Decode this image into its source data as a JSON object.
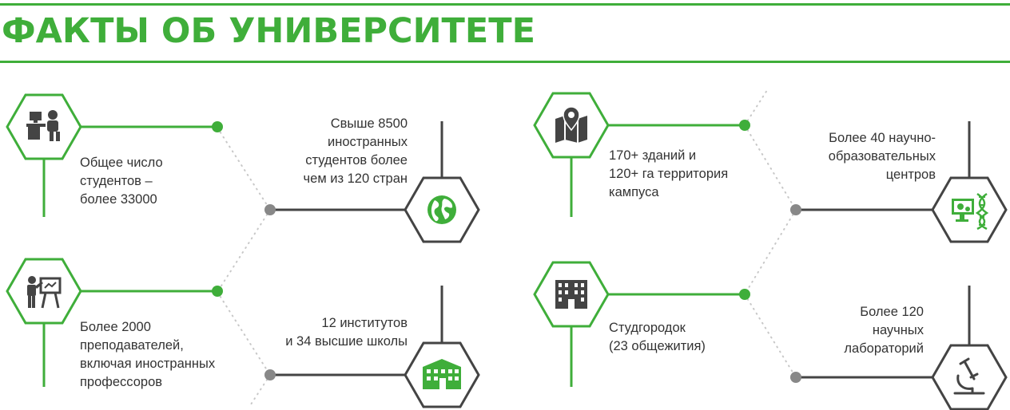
{
  "header": {
    "title": "ФАКТЫ ОБ УНИВЕРСИТЕТЕ"
  },
  "facts": [
    {
      "id": "students",
      "icon": "students-at-desk-icon",
      "text": "Общее число\nстудентов –\nболее 33000"
    },
    {
      "id": "foreign-students",
      "icon": "globe-icon",
      "text": "Свыше 8500\nиностранных\nстудентов более\nчем из 120 стран"
    },
    {
      "id": "campus",
      "icon": "map-pin-icon",
      "text": "170+ зданий и\n120+ га территория\nкампуса"
    },
    {
      "id": "research-centers",
      "icon": "dna-monitor-icon",
      "text": "Более 40 научно-\nобразовательных\nцентров"
    },
    {
      "id": "teachers",
      "icon": "teacher-at-board-icon",
      "text": "Более 2000\nпреподавателей,\nвключая иностранных\nпрофессоров"
    },
    {
      "id": "institutes",
      "icon": "campus-building-icon",
      "text": "12 институтов\nи 34 высшие школы"
    },
    {
      "id": "dorms",
      "icon": "apartment-building-icon",
      "text": "Студгородок\n(23 общежития)"
    },
    {
      "id": "labs",
      "icon": "microscope-icon",
      "text": "Более 120\nнаучных\nлабораторий"
    }
  ],
  "colors": {
    "accent_green": "#3fae3a",
    "dark_gray": "#333333",
    "line_gray": "#444444",
    "dot_gray": "#888888",
    "dotted_gray": "#c8c8c8"
  }
}
